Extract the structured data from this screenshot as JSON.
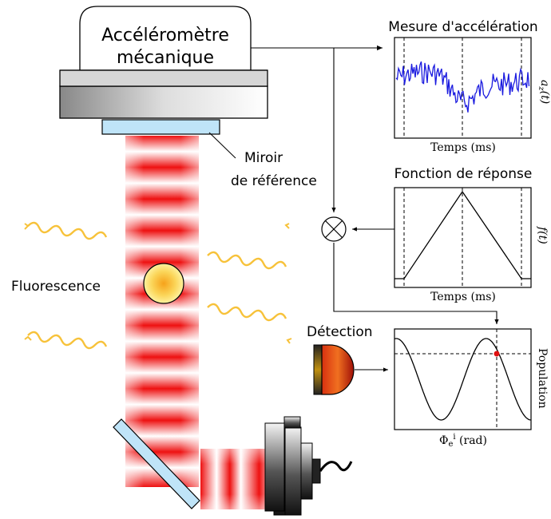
{
  "accelerometer": {
    "line1": "Accéléromètre",
    "line2": "mécanique"
  },
  "mirror": {
    "line1": "Miroir",
    "line2": "de référence"
  },
  "labels": {
    "fluorescence": "Fluorescence",
    "detection": "Détection"
  },
  "panels": {
    "acceleration": {
      "title": "Mesure d'accélération",
      "xlabel": "Temps (ms)",
      "ylabel": "a_z(t)",
      "ylabel_main": "a",
      "ylabel_sub": "z",
      "ylabel_tail": "(t)",
      "signal_color": "#1a1adf"
    },
    "response": {
      "title": "Fonction de réponse",
      "xlabel": "Temps (ms)",
      "ylabel": "f(t)"
    },
    "population": {
      "xlabel": "Φe^i (rad)",
      "xlabel_main": "Φ",
      "xlabel_sub": "e",
      "xlabel_sup": "i",
      "xlabel_tail": " (rad)",
      "ylabel": "Population",
      "marker_color": "#e01010"
    }
  },
  "colors": {
    "beam_red": "#ee1111",
    "mirror_blue": "#bfe4f8",
    "fluorescence_wave": "#f7c23a"
  }
}
